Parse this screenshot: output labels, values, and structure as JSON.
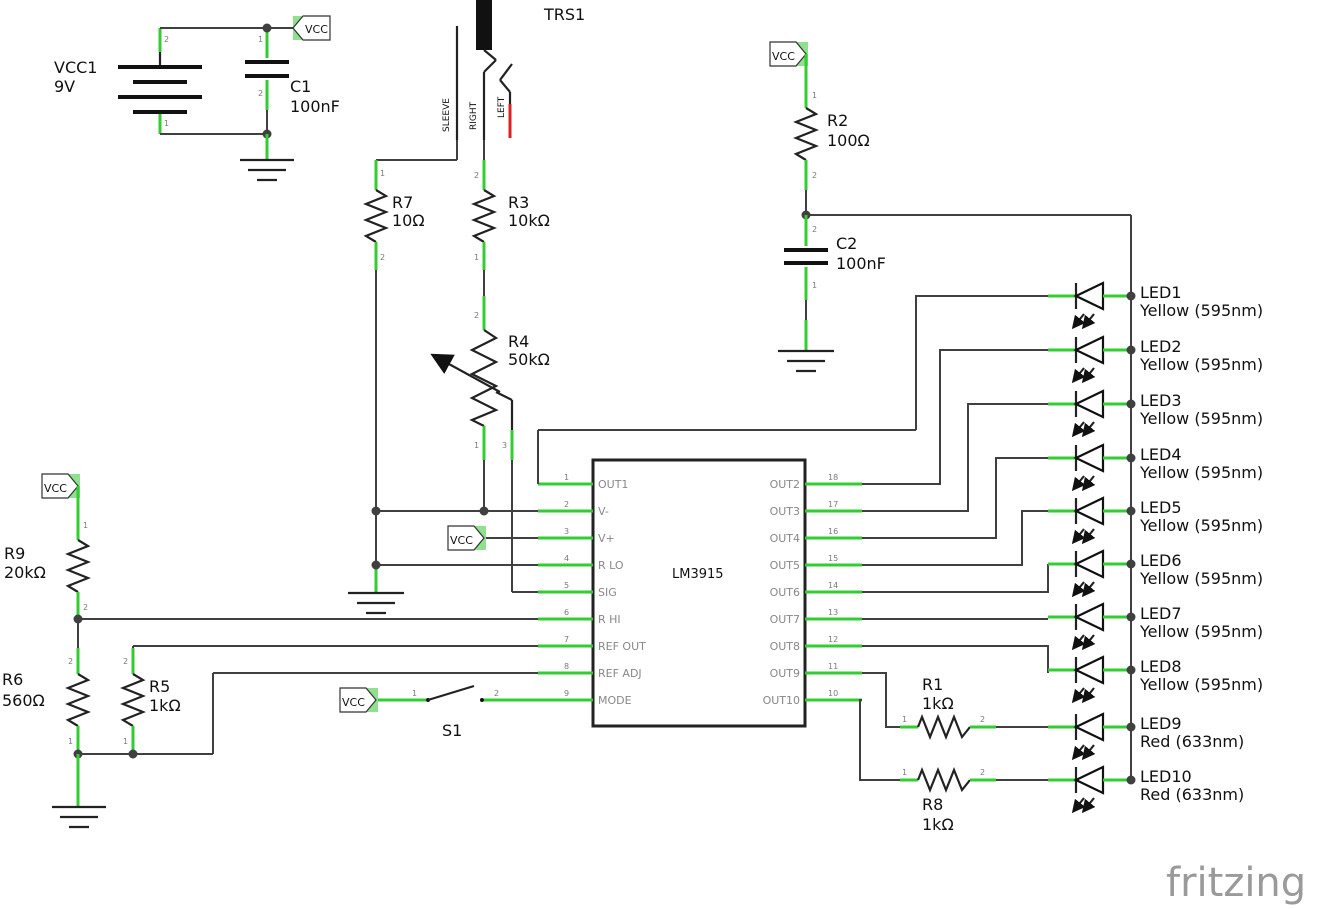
{
  "brand": "fritzing",
  "vcc_label": "VCC",
  "battery": {
    "name": "VCC1",
    "value": "9V"
  },
  "c1": {
    "name": "C1",
    "value": "100nF"
  },
  "c2": {
    "name": "C2",
    "value": "100nF"
  },
  "trs": {
    "name": "TRS1",
    "sleeve": "SLEEVE",
    "right": "RIGHT",
    "left": "LEFT"
  },
  "r1": {
    "name": "R1",
    "value": "1kΩ"
  },
  "r2": {
    "name": "R2",
    "value": "100Ω"
  },
  "r3": {
    "name": "R3",
    "value": "10kΩ"
  },
  "r4": {
    "name": "R4",
    "value": "50kΩ"
  },
  "r5": {
    "name": "R5",
    "value": "1kΩ"
  },
  "r6": {
    "name": "R6",
    "value": "560Ω"
  },
  "r7": {
    "name": "R7",
    "value": "10Ω"
  },
  "r8": {
    "name": "R8",
    "value": "1kΩ"
  },
  "r9": {
    "name": "R9",
    "value": "20kΩ"
  },
  "s1": {
    "name": "S1"
  },
  "ic": {
    "name": "LM3915",
    "left_pins": [
      {
        "num": "1",
        "name": "OUT1"
      },
      {
        "num": "2",
        "name": "V-"
      },
      {
        "num": "3",
        "name": "V+"
      },
      {
        "num": "4",
        "name": "R LO"
      },
      {
        "num": "5",
        "name": "SIG"
      },
      {
        "num": "6",
        "name": "R HI"
      },
      {
        "num": "7",
        "name": "REF OUT"
      },
      {
        "num": "8",
        "name": "REF ADJ"
      },
      {
        "num": "9",
        "name": "MODE"
      }
    ],
    "right_pins": [
      {
        "num": "18",
        "name": "OUT2"
      },
      {
        "num": "17",
        "name": "OUT3"
      },
      {
        "num": "16",
        "name": "OUT4"
      },
      {
        "num": "15",
        "name": "OUT5"
      },
      {
        "num": "14",
        "name": "OUT6"
      },
      {
        "num": "13",
        "name": "OUT7"
      },
      {
        "num": "12",
        "name": "OUT8"
      },
      {
        "num": "11",
        "name": "OUT9"
      },
      {
        "num": "10",
        "name": "OUT10"
      }
    ]
  },
  "leds": [
    {
      "name": "LED1",
      "color": "Yellow (595nm)"
    },
    {
      "name": "LED2",
      "color": "Yellow (595nm)"
    },
    {
      "name": "LED3",
      "color": "Yellow (595nm)"
    },
    {
      "name": "LED4",
      "color": "Yellow (595nm)"
    },
    {
      "name": "LED5",
      "color": "Yellow (595nm)"
    },
    {
      "name": "LED6",
      "color": "Yellow (595nm)"
    },
    {
      "name": "LED7",
      "color": "Yellow (595nm)"
    },
    {
      "name": "LED8",
      "color": "Yellow (595nm)"
    },
    {
      "name": "LED9",
      "color": "Red (633nm)"
    },
    {
      "name": "LED10",
      "color": "Red (633nm)"
    }
  ],
  "colors": {
    "wire": "#404040",
    "pin": "#33cc33",
    "left_channel": "#dd2222",
    "power_flag": "#8fe08f"
  }
}
